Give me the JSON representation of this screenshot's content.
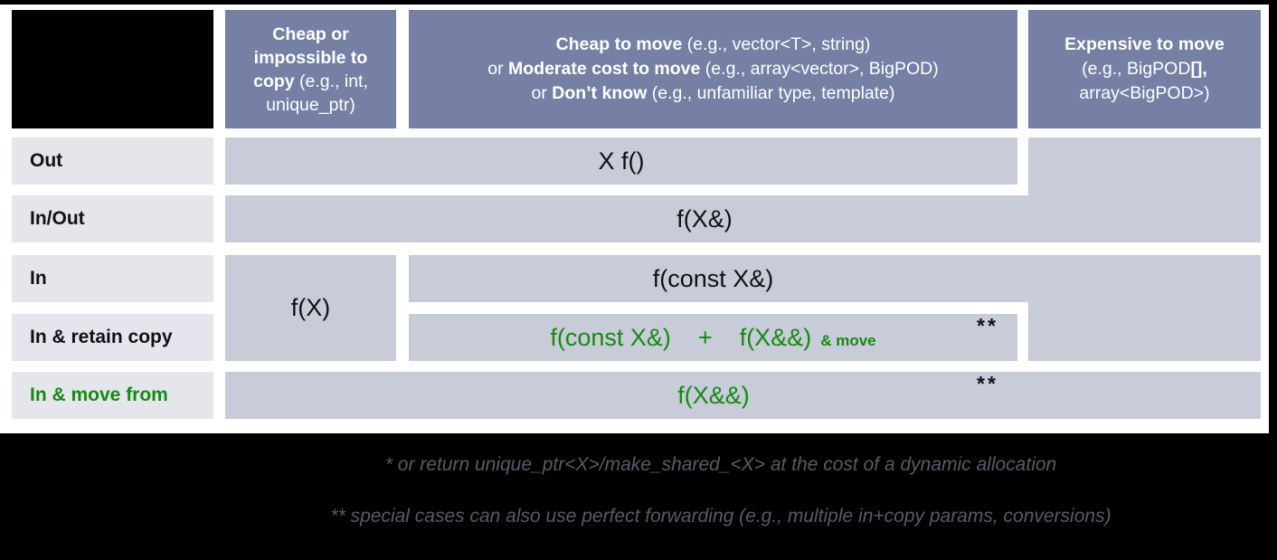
{
  "header": {
    "col1": {
      "lines": [
        {
          "bold": "Cheap or"
        },
        {
          "bold": "impossible to"
        },
        {
          "bold": "copy",
          "post": " (e.g., int,"
        },
        {
          "post": "unique_ptr)"
        }
      ]
    },
    "col2": {
      "lines": [
        {
          "bold": "Cheap to move",
          "post": " (e.g., vector<T>, string)"
        },
        {
          "pre": "or ",
          "bold": "Moderate cost to move",
          "post": " (e.g., array<vector>, BigPOD)"
        },
        {
          "pre": "or ",
          "bold": "Don’t know",
          "post": " (e.g., unfamiliar type, template)"
        }
      ]
    },
    "col3": {
      "lines": [
        {
          "bold": "Expensive to move"
        },
        {
          "pre": "(e.g., BigPOD",
          "bold": "[],"
        },
        {
          "pre": "array<BigPOD>)"
        }
      ]
    }
  },
  "row_labels": {
    "out": "Out",
    "in_out": "In/Out",
    "in": "In",
    "in_retain_copy": "In & retain copy",
    "in_move_from": "In & move from"
  },
  "cells": {
    "out": "X f()",
    "in_out": "f(X&)",
    "in_cheap_copy": "f(X)",
    "in_const_ref": "f(const X&)",
    "retain_const_ref": "f(const X&)",
    "retain_plus": "+",
    "retain_rvalue": "f(X&&)",
    "retain_move_note": "& move",
    "retain_stars": "**",
    "move_from": "f(X&&)",
    "move_stars": "**"
  },
  "footnotes": {
    "line1": "* or return unique_ptr<X>/make_shared_<X> at the cost of a dynamic allocation",
    "line2": "** special cases can also use perfect forwarding (e.g., multiple in+copy params, conversions)"
  },
  "colors": {
    "header_bg": "#7680a4",
    "cell_bg": "#c8cbd8",
    "label_bg": "#e4e6ec",
    "green": "#178a12",
    "footnote_text": "#565b69",
    "frame": "#000000"
  }
}
